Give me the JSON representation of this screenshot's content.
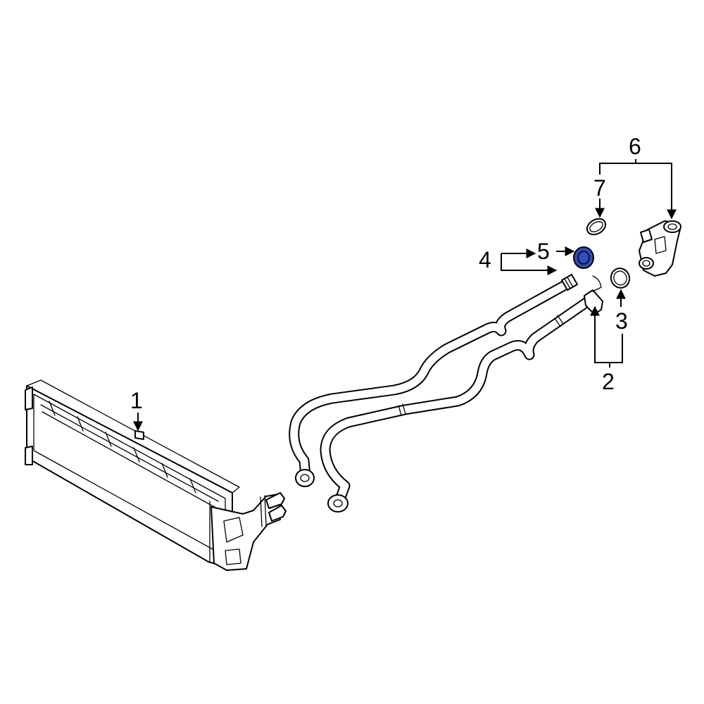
{
  "callouts": {
    "c1": "1",
    "c2": "2",
    "c3": "3",
    "c4": "4",
    "c5": "5",
    "c6": "6",
    "c7": "7"
  },
  "colors": {
    "highlight": "#2f4dbf",
    "line": "#000000",
    "background": "#ffffff"
  }
}
